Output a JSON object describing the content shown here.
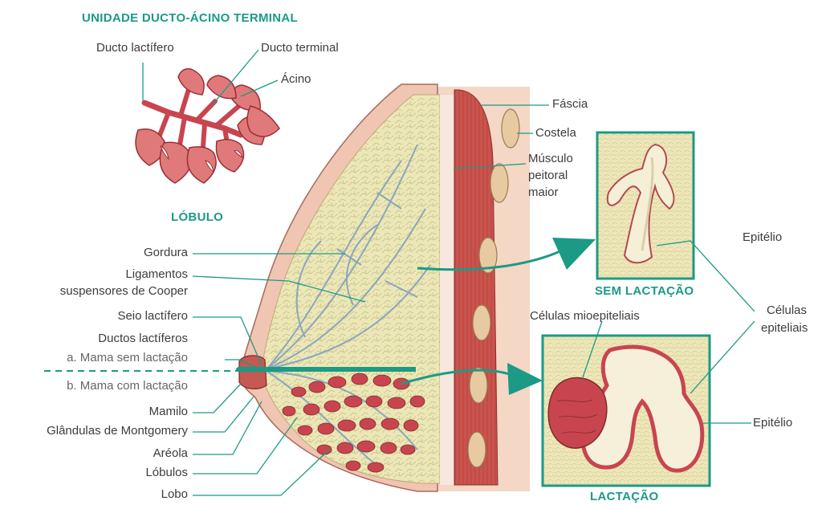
{
  "title": "UNIDADE DUCTO-ÁCINO TERMINAL",
  "lobule_title": "LÓBULO",
  "lobule_labels": {
    "lactiferous_duct": "Ducto lactífero",
    "terminal_duct": "Ducto terminal",
    "acinus": "Ácino"
  },
  "left_labels": {
    "fat": "Gordura",
    "cooper_1": "Ligamentos",
    "cooper_2": "suspensores de Cooper",
    "sinus": "Seio lactífero",
    "ducts": "Ductos lactíferos",
    "non_lactating": "a. Mama sem lactação",
    "lactating": "b. Mama com lactação",
    "nipple": "Mamilo",
    "montgomery": "Glândulas de Montgomery",
    "areola": "Aréola",
    "lobules": "Lóbulos",
    "lobe": "Lobo"
  },
  "right_labels": {
    "fascia": "Fáscia",
    "rib": "Costela",
    "muscle_1": "Músculo",
    "muscle_2": "peitoral",
    "muscle_3": "maior",
    "epithelium_top": "Epitélio",
    "myoepithelial": "Células mioepiteliais",
    "epithelial_cells_1": "Células",
    "epithelial_cells_2": "epiteliais",
    "epithelium_bottom": "Epitélio"
  },
  "inset_titles": {
    "non_lactating": "SEM LACTAÇÃO",
    "lactating": "LACTAÇÃO"
  },
  "colors": {
    "accent": "#1c9a86",
    "label_text": "#3c3c3c",
    "tissue_pink": "#e07a7a",
    "lobule_red": "#c8454f",
    "fat_yellow": "#ebe7b4",
    "muscle_red": "#c7524c",
    "rib_tan": "#e7caa2",
    "duct_blue": "#8aa6be",
    "inset_bg": "#eee7b8"
  },
  "icons": [
    "arrow-right-icon"
  ]
}
